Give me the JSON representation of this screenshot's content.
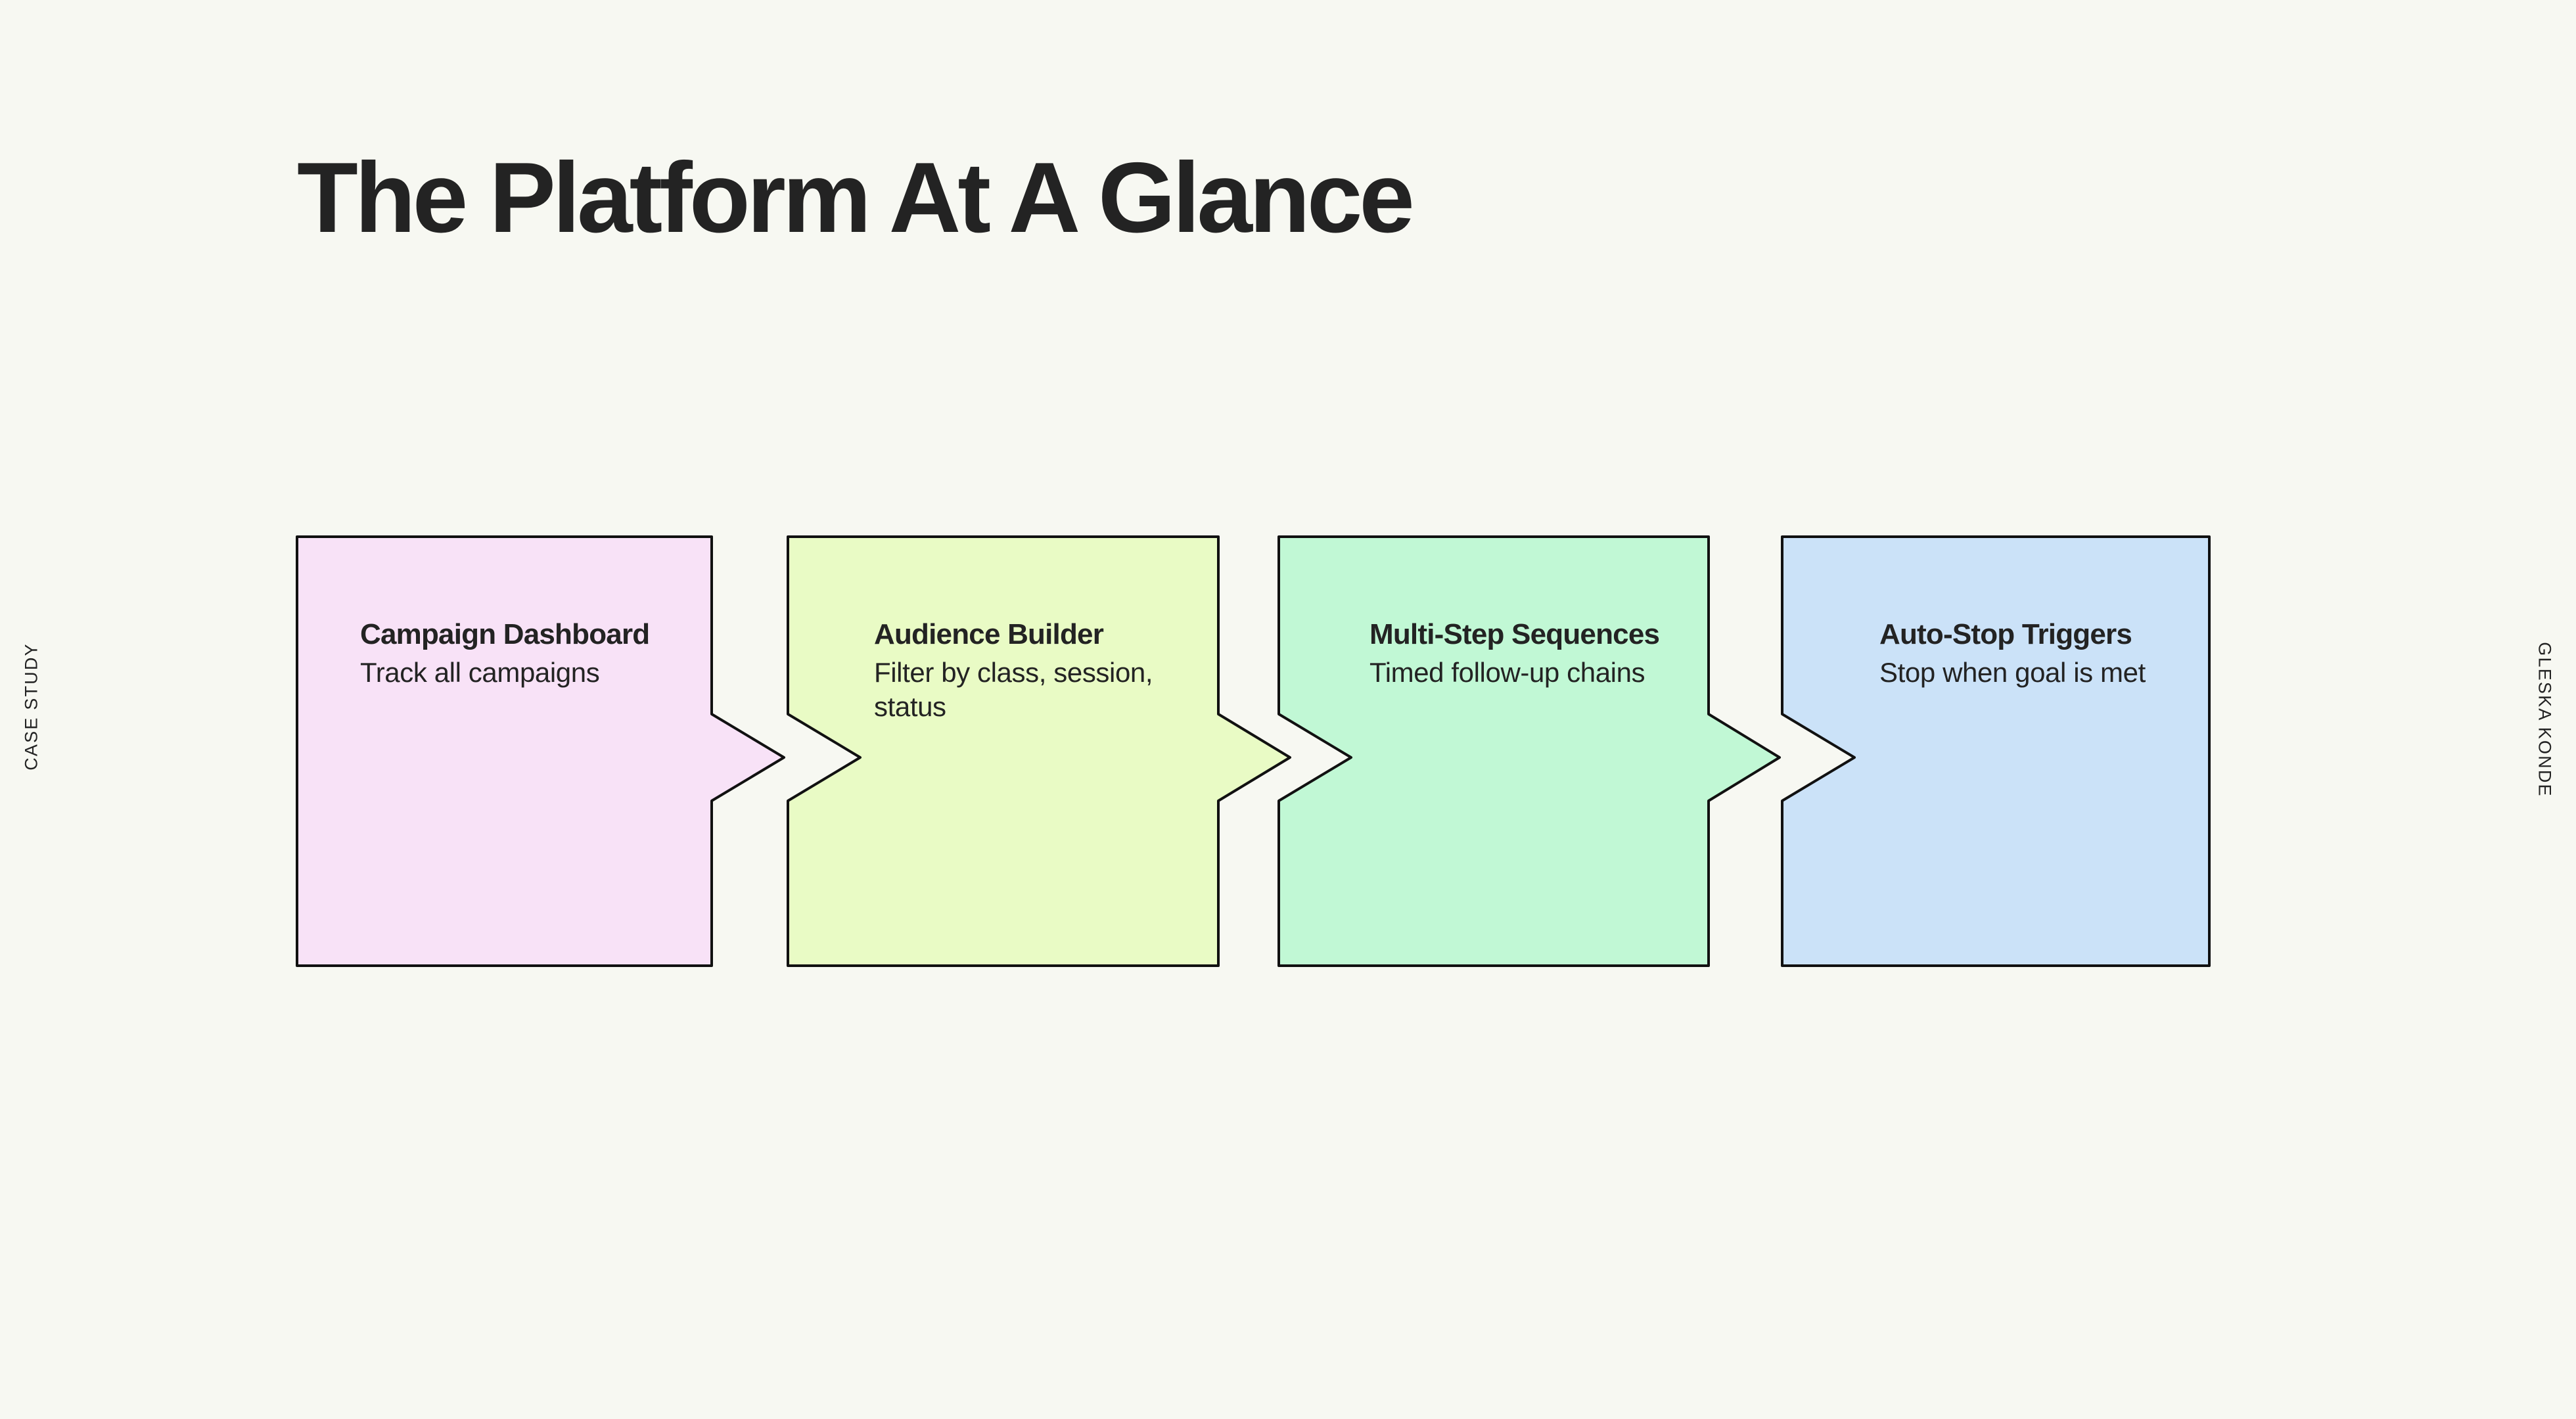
{
  "page": {
    "background_color": "#F7F8F2",
    "text_color": "#232323",
    "title": "The Platform At A Glance"
  },
  "rails": {
    "left_label": "CASE STUDY",
    "right_label": "GLESKA KONDE"
  },
  "flow": {
    "type": "chevron-process",
    "steps": [
      {
        "index": 1,
        "title": "Campaign Dashboard",
        "description": "Track all campaigns",
        "fill_color": "#F8E2F7",
        "stroke_color": "#111111",
        "shape": "chevron-start"
      },
      {
        "index": 2,
        "title": "Audience Builder",
        "description": "Filter by class, session, status",
        "fill_color": "#E9FBC5",
        "stroke_color": "#111111",
        "shape": "chevron-middle"
      },
      {
        "index": 3,
        "title": "Multi-Step Sequences",
        "description": "Timed follow-up chains",
        "fill_color": "#C1F8D5",
        "stroke_color": "#111111",
        "shape": "chevron-middle"
      },
      {
        "index": 4,
        "title": "Auto-Stop Triggers",
        "description": "Stop when goal is met",
        "fill_color": "#CBE2F8",
        "stroke_color": "#111111",
        "shape": "chevron-end"
      }
    ]
  }
}
